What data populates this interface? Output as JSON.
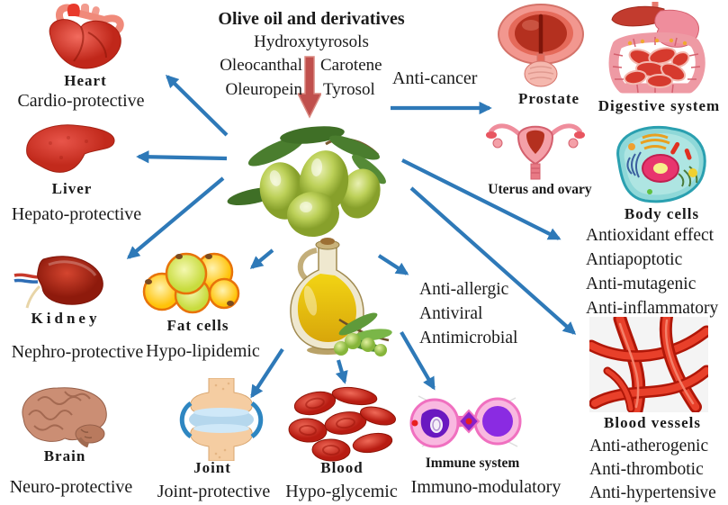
{
  "center": {
    "title": "Olive oil and derivatives",
    "compound_line": "Hydroxytyrosols",
    "compounds_left": [
      "Oleocanthal",
      "Oleuropein"
    ],
    "compounds_right": [
      "Carotene",
      "Tyrosol"
    ]
  },
  "annotations": {
    "anti_cancer": "Anti-cancer",
    "center_effects": [
      "Anti-allergic",
      "Antiviral",
      "Antimicrobial"
    ]
  },
  "organs": {
    "heart": {
      "label": "Heart",
      "effect": "Cardio-protective"
    },
    "liver": {
      "label": "Liver",
      "effect": "Hepato-protective"
    },
    "kidney": {
      "label": "Kidney",
      "effect": "Nephro-protective"
    },
    "brain": {
      "label": "Brain",
      "effect": "Neuro-protective"
    },
    "fat_cells": {
      "label": "Fat cells",
      "effect": "Hypo-lipidemic"
    },
    "joint": {
      "label": "Joint",
      "effect": "Joint-protective"
    },
    "blood": {
      "label": "Blood",
      "effect": "Hypo-glycemic"
    },
    "prostate": {
      "label": "Prostate"
    },
    "digestive_system": {
      "label": "Digestive system"
    },
    "uterus": {
      "label": "Uterus and ovary"
    },
    "body_cells": {
      "label": "Body cells",
      "effects": [
        "Antioxidant effect",
        "Antiapoptotic",
        "Anti-mutagenic",
        "Anti-inflammatory"
      ]
    },
    "blood_vessels": {
      "label": "Blood vessels",
      "effects": [
        "Anti-atherogenic",
        "Anti-thrombotic",
        "Anti-hypertensive"
      ]
    },
    "immune_system": {
      "label": "Immune system",
      "effect": "Immuno-modulatory"
    }
  },
  "colors": {
    "arrow_blue": "#2e79b8",
    "arrow_red": "#c0504d",
    "text": "#1a1a1a"
  }
}
